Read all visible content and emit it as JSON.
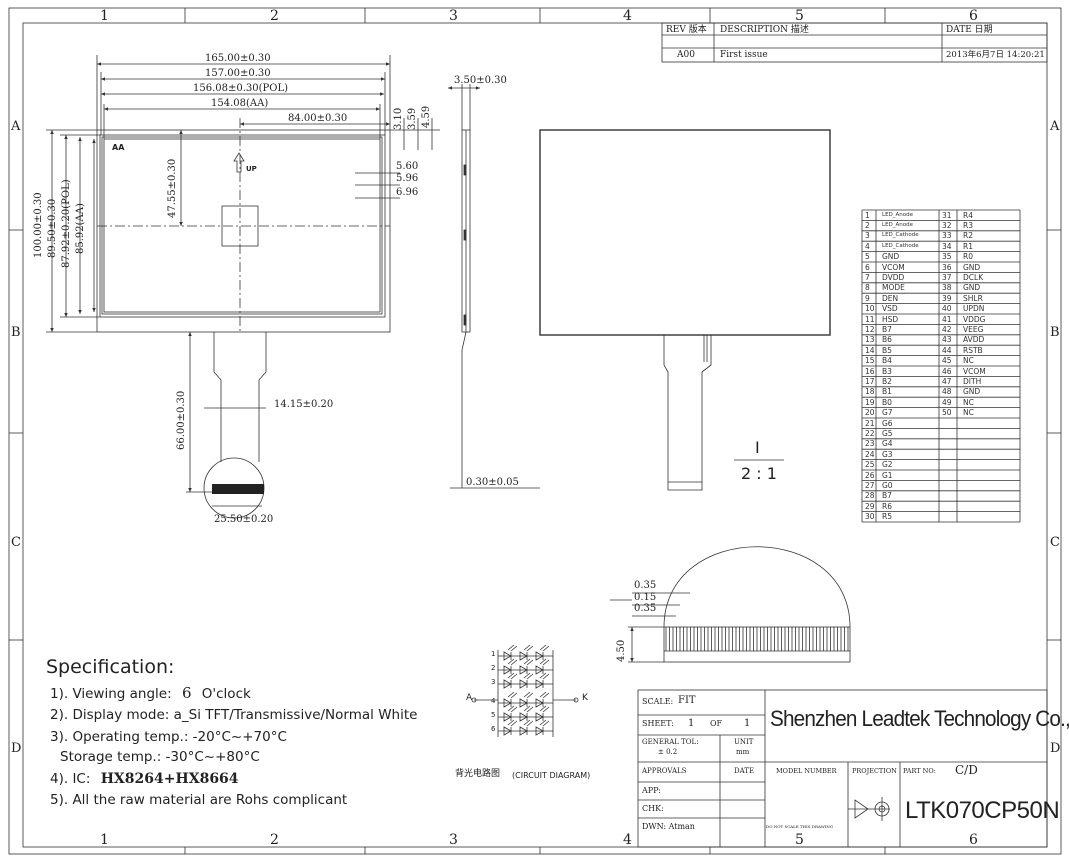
{
  "grid": {
    "columns": [
      "1",
      "2",
      "3",
      "4",
      "5",
      "6"
    ],
    "rows": [
      "A",
      "B",
      "C",
      "D"
    ]
  },
  "revision_table": {
    "headers": {
      "rev": "REV 版本",
      "description": "DESCRIPTION 描述",
      "date": "DATE 日期"
    },
    "row": {
      "rev": "A00",
      "description": "First issue",
      "date": "2013年6月7日 14:20:21"
    }
  },
  "front_view": {
    "dims": {
      "outer_width": "165.00±0.30",
      "bezel_width": "157.00±0.30",
      "pol_width": "156.08±0.30(POL)",
      "aa_width": "154.08(AA)",
      "center_offset": "84.00±0.30",
      "outer_height": "100.00±0.30",
      "bezel_height": "89.50±0.30",
      "pol_height": "87.92±0.20(POL)",
      "aa_height": "85.92(AA)",
      "center_v": "47.55±0.30",
      "top_a": "3.10",
      "top_b": "3.59",
      "top_c": "4.59",
      "side_a": "5.60",
      "side_b": "5.96",
      "side_c": "6.96",
      "fpc_length": "66.00±0.30",
      "fpc_width": "14.15±0.20",
      "fpc_tail": "25.50±0.20"
    },
    "aa_label": "AA",
    "up_label": "UP"
  },
  "side_view": {
    "thickness": "3.50±0.30",
    "fpc_thickness": "0.30±0.05"
  },
  "scale_note": {
    "top": "I",
    "bottom": "2 : 1"
  },
  "connector": {
    "dim_a": "0.35",
    "dim_b": "0.15",
    "dim_c": "0.35",
    "height": "4.50"
  },
  "pins": [
    [
      "1",
      "LED_Anode",
      "31",
      "R4"
    ],
    [
      "2",
      "LED_Anode",
      "32",
      "R3"
    ],
    [
      "3",
      "LED_Cathode",
      "33",
      "R2"
    ],
    [
      "4",
      "LED_Cathode",
      "34",
      "R1"
    ],
    [
      "5",
      "GND",
      "35",
      "R0"
    ],
    [
      "6",
      "VCOM",
      "36",
      "GND"
    ],
    [
      "7",
      "DVDD",
      "37",
      "DCLK"
    ],
    [
      "8",
      "MODE",
      "38",
      "GND"
    ],
    [
      "9",
      "DEN",
      "39",
      "SHLR"
    ],
    [
      "10",
      "VSD",
      "40",
      "UPDN"
    ],
    [
      "11",
      "HSD",
      "41",
      "VDDG"
    ],
    [
      "12",
      "B7",
      "42",
      "VEEG"
    ],
    [
      "13",
      "B6",
      "43",
      "AVDD"
    ],
    [
      "14",
      "B5",
      "44",
      "RSTB"
    ],
    [
      "15",
      "B4",
      "45",
      "NC"
    ],
    [
      "16",
      "B3",
      "46",
      "VCOM"
    ],
    [
      "17",
      "B2",
      "47",
      "DITH"
    ],
    [
      "18",
      "B1",
      "48",
      "GND"
    ],
    [
      "19",
      "B0",
      "49",
      "NC"
    ],
    [
      "20",
      "G7",
      "50",
      "NC"
    ],
    [
      "21",
      "G6",
      "",
      ""
    ],
    [
      "22",
      "G5",
      "",
      ""
    ],
    [
      "23",
      "G4",
      "",
      ""
    ],
    [
      "24",
      "G3",
      "",
      ""
    ],
    [
      "25",
      "G2",
      "",
      ""
    ],
    [
      "26",
      "G1",
      "",
      ""
    ],
    [
      "27",
      "G0",
      "",
      ""
    ],
    [
      "28",
      "B7",
      "",
      ""
    ],
    [
      "29",
      "R6",
      "",
      ""
    ],
    [
      "30",
      "R5",
      "",
      ""
    ]
  ],
  "specification": {
    "title": "Specification:",
    "line1_label": "1). Viewing angle:",
    "line1_value": "6",
    "line1_suffix": "O'clock",
    "line2": "2). Display mode: a_Si TFT/Transmissive/Normal White",
    "line3": "3). Operating temp.: -20°C~+70°C",
    "line4": "Storage temp.: -30°C~+80°C",
    "line5_label": "4). IC:",
    "line5_value": "HX8264+HX8664",
    "line6": "5). All the raw material are Rohs complicant"
  },
  "circuit": {
    "anode": "A",
    "cathode": "K",
    "rows": [
      "1",
      "2",
      "3",
      "4",
      "5",
      "6"
    ],
    "caption_cn": "背光电路图",
    "caption_en": "(CIRCUIT DIAGRAM)"
  },
  "title_block": {
    "scale_label": "SCALE:",
    "scale_value": "FIT",
    "sheet_label": "SHEET:",
    "sheet_no": "1",
    "sheet_of": "OF",
    "sheet_total": "1",
    "tol_label": "GENERAL TOL:",
    "tol_value": "± 0.2",
    "unit_label": "UNIT",
    "unit_value": "mm",
    "company": "Shenzhen Leadtek Technology Co.,Ltd",
    "approvals": "APPROVALS",
    "date": "DATE",
    "model_number": "MODEL NUMBER",
    "projection": "PROJECTION",
    "part_no_label": "PART NO:",
    "part_no_value": "C/D",
    "app": "APP:",
    "chk": "CHK:",
    "dwn": "DWN: Atman",
    "no_scale": "DO NOT SCALE THIS DRAWING",
    "model": "LTK070CP50N"
  }
}
